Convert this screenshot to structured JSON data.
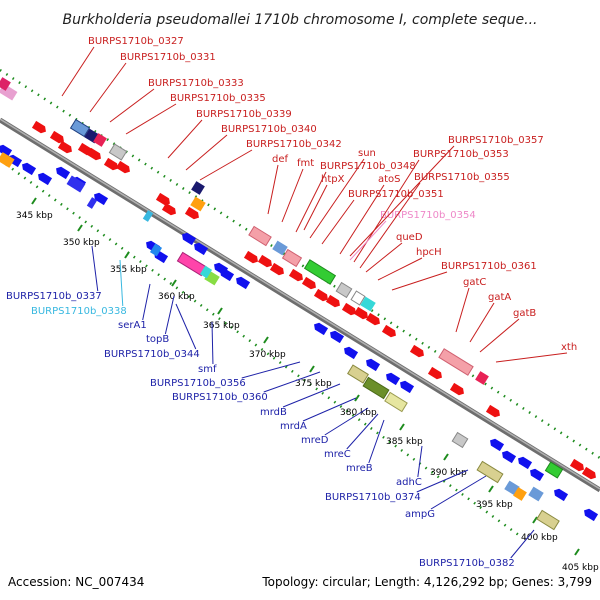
{
  "title": "Burkholderia pseudomallei 1710b chromosome I, complete seque...",
  "accession": "Accession: NC_007434",
  "topology": "Topology: circular; Length: 4,126,292 bp; Genes: 3,799",
  "colors": {
    "forward_label": "#c81e1e",
    "reverse_label": "#1e22a8",
    "pink_label": "#ee88c8",
    "cyan_label": "#38b8e0",
    "backbone": "#8a8a8a",
    "dots": "#1e8c1e",
    "forward_gene": "#ee1111",
    "reverse_gene": "#1111ee"
  },
  "scale_labels": [
    "345 kbp",
    "350 kbp",
    "355 kbp",
    "360 kbp",
    "365 kbp",
    "370 kbp",
    "375 kbp",
    "380 kbp",
    "385 kbp",
    "390 kbp",
    "395 kbp",
    "400 kbp",
    "405 kbp"
  ],
  "forward_labels": [
    {
      "text": "BURPS1710b_0327",
      "style": "forward"
    },
    {
      "text": "BURPS1710b_0331",
      "style": "forward"
    },
    {
      "text": "BURPS1710b_0333",
      "style": "forward"
    },
    {
      "text": "BURPS1710b_0335",
      "style": "forward"
    },
    {
      "text": "BURPS1710b_0339",
      "style": "forward"
    },
    {
      "text": "BURPS1710b_0340",
      "style": "forward"
    },
    {
      "text": "BURPS1710b_0342",
      "style": "forward"
    },
    {
      "text": "def",
      "style": "forward"
    },
    {
      "text": "fmt",
      "style": "forward"
    },
    {
      "text": "BURPS1710b_0348",
      "style": "forward"
    },
    {
      "text": "sun",
      "style": "forward"
    },
    {
      "text": "htpX",
      "style": "forward"
    },
    {
      "text": "atoS",
      "style": "forward"
    },
    {
      "text": "BURPS1710b_0351",
      "style": "forward"
    },
    {
      "text": "BURPS1710b_0357",
      "style": "forward"
    },
    {
      "text": "BURPS1710b_0353",
      "style": "forward"
    },
    {
      "text": "BURPS1710b_0355",
      "style": "forward"
    },
    {
      "text": "BURPS1710b_0354",
      "style": "pink"
    },
    {
      "text": "queD",
      "style": "forward"
    },
    {
      "text": "hpcH",
      "style": "forward"
    },
    {
      "text": "BURPS1710b_0361",
      "style": "forward"
    },
    {
      "text": "gatC",
      "style": "forward"
    },
    {
      "text": "gatA",
      "style": "forward"
    },
    {
      "text": "gatB",
      "style": "forward"
    },
    {
      "text": "xth",
      "style": "forward"
    }
  ],
  "reverse_labels": [
    {
      "text": "BURPS1710b_0337",
      "style": "reverse"
    },
    {
      "text": "BURPS1710b_0338",
      "style": "cyan"
    },
    {
      "text": "serA1",
      "style": "reverse"
    },
    {
      "text": "topB",
      "style": "reverse"
    },
    {
      "text": "BURPS1710b_0344",
      "style": "reverse"
    },
    {
      "text": "smf",
      "style": "reverse"
    },
    {
      "text": "BURPS1710b_0356",
      "style": "reverse"
    },
    {
      "text": "BURPS1710b_0360",
      "style": "reverse"
    },
    {
      "text": "mrdB",
      "style": "reverse"
    },
    {
      "text": "mrdA",
      "style": "reverse"
    },
    {
      "text": "mreD",
      "style": "reverse"
    },
    {
      "text": "mreC",
      "style": "reverse"
    },
    {
      "text": "mreB",
      "style": "reverse"
    },
    {
      "text": "adhC",
      "style": "reverse"
    },
    {
      "text": "BURPS1710b_0374",
      "style": "reverse"
    },
    {
      "text": "ampG",
      "style": "reverse"
    },
    {
      "text": "BURPS1710b_0382",
      "style": "reverse"
    }
  ]
}
